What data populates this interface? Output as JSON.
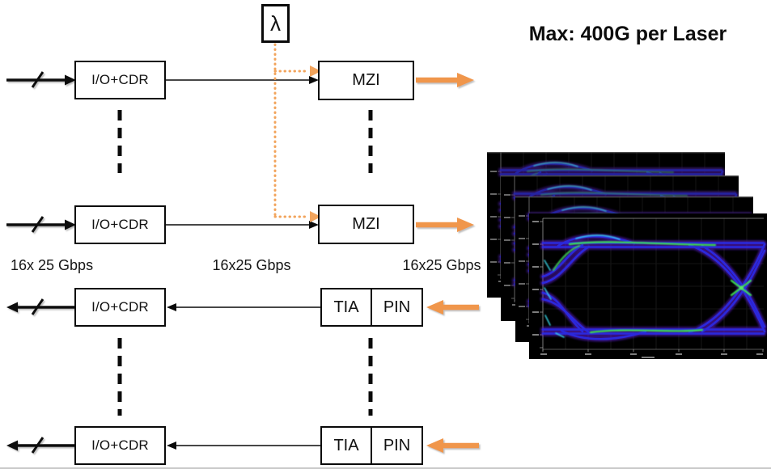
{
  "title": "Max: 400G per Laser",
  "blocks": {
    "lambda": "λ",
    "io_cdr": "I/O+CDR",
    "mzi": "MZI",
    "tia": "TIA",
    "pin": "PIN"
  },
  "rate_labels": {
    "left": "16x 25 Gbps",
    "middle": "16x25 Gbps",
    "right": "16x25 Gbps"
  },
  "eye_diagrams": {
    "panel_count": 4
  },
  "colors": {
    "accent_orange": "#F0964B",
    "dotted_orange": "#F2A45C",
    "line_black": "#000000",
    "eye_background": "#000000",
    "eye_trace_blue": "#2B2AE2",
    "eye_trace_purple": "#5B1FD4",
    "eye_trace_green": "#3DF04D",
    "eye_trace_cyan": "#38DFF0"
  }
}
